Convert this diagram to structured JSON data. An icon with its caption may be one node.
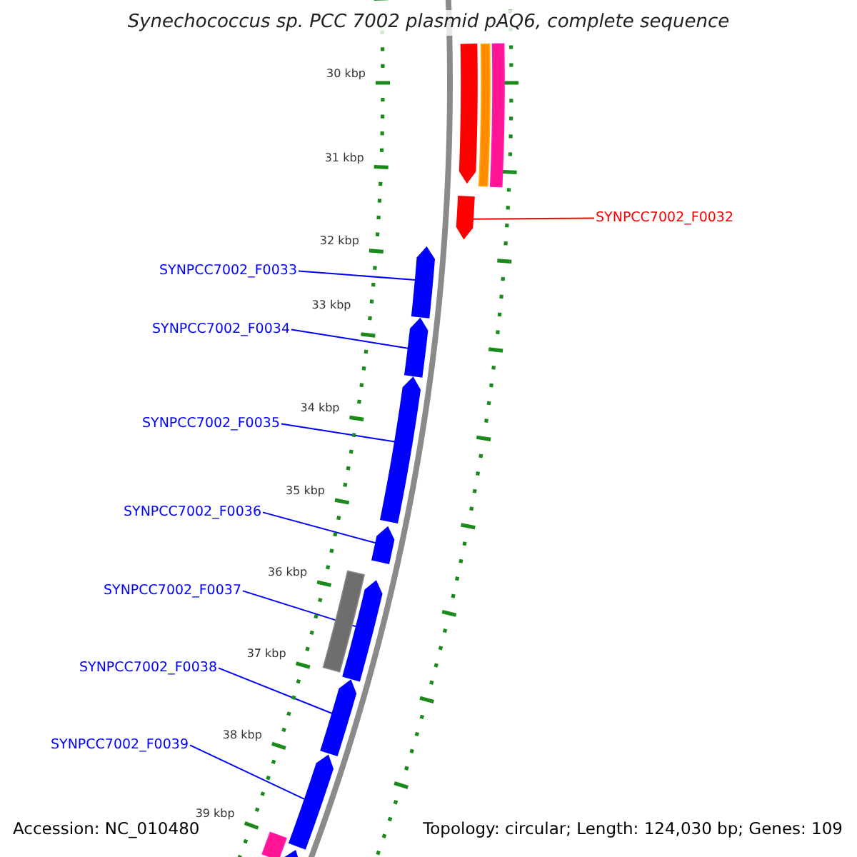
{
  "diagram": {
    "title": "Synechococcus sp. PCC 7002 plasmid pAQ6, complete sequence",
    "nodes": [
      {
        "text": [
          "SYNPCC7002_F0032"
        ]
      },
      {
        "text": [],
        "shape": "arrow"
      },
      {
        "text": [
          "SYNPCC7002_F0033"
        ]
      },
      {
        "text": [],
        "shape": "arrow"
      },
      {
        "text": [
          "SYNPCC7002_F0034"
        ]
      },
      {
        "text": [],
        "shape": "arrow"
      },
      {
        "text": [
          "SYNPCC7002_F0035"
        ]
      },
      {
        "text": [],
        "shape": "arrow"
      },
      {
        "text": [
          "SYNPCC7002_F0036"
        ]
      },
      {
        "text": [],
        "shape": "arrow"
      },
      {
        "text": [
          "SYNPCC7002_F0037"
        ]
      },
      {
        "text": [],
        "shape": "arrow"
      },
      {
        "text": [
          "SYNPCC7002_F0038"
        ]
      },
      {
        "text": [],
        "shape": "arrow"
      },
      {
        "text": [
          "SYNPCC7002_F0039"
        ]
      },
      {
        "text": [],
        "shape": "arrow"
      },
      {
        "text": [],
        "shape": "arrow"
      },
      {
        "text": [],
        "shape": "bar"
      },
      {
        "text": [],
        "shape": "bar"
      },
      {
        "text": [],
        "shape": "bar"
      },
      {
        "text": [],
        "shape": "arrow"
      },
      {
        "text": [],
        "shape": "bar"
      }
    ],
    "edges": [
      {
        "from": 0,
        "to": 1,
        "arrow": "none",
        "color": "#ff0000"
      },
      {
        "from": 2,
        "to": 3,
        "arrow": "none"
      },
      {
        "from": 4,
        "to": 5,
        "arrow": "none"
      },
      {
        "from": 6,
        "to": 7,
        "arrow": "none"
      },
      {
        "from": 8,
        "to": 9,
        "arrow": "none"
      },
      {
        "from": 10,
        "to": 11,
        "arrow": "none"
      },
      {
        "from": 12,
        "to": 13,
        "arrow": "none"
      },
      {
        "from": 14,
        "to": 15,
        "arrow": "none"
      }
    ],
    "labels": [
      "30 kbp",
      "31 kbp",
      "32 kbp",
      "33 kbp",
      "34 kbp",
      "35 kbp",
      "36 kbp",
      "37 kbp",
      "38 kbp",
      "39 kbp",
      "Accession: NC_010480",
      "Topology: circular; Length: 124,030 bp; Genes: 109"
    ]
  }
}
